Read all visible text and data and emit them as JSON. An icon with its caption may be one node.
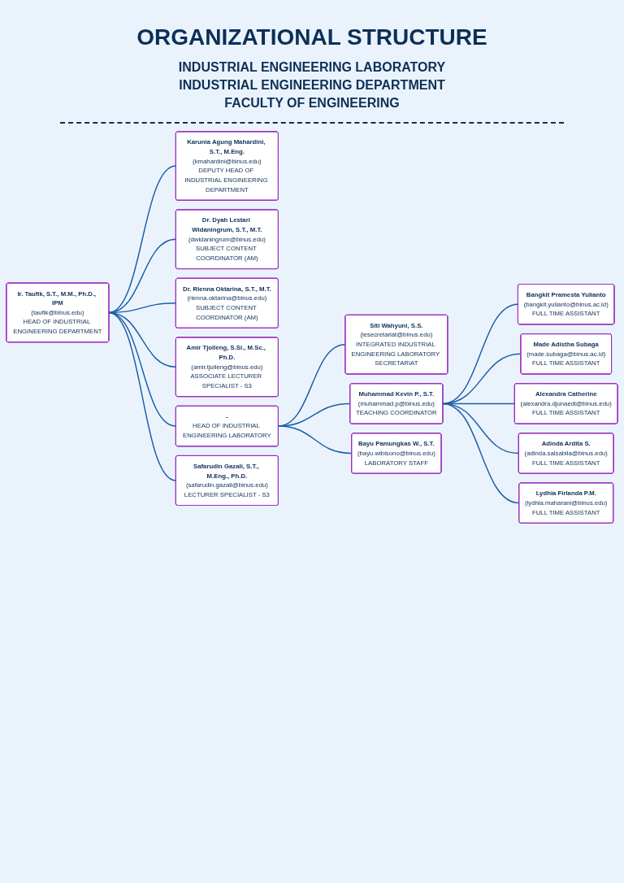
{
  "diagram": {
    "title": "ORGANIZATIONAL STRUCTURE",
    "nodes": [
      {
        "text": [
          "Ir. Taufik, S.T., M.M., Ph.D., IPM",
          "(taufik@binus.edu)",
          "HEAD OF INDUSTRIAL ENGINEERING DEPARTMENT"
        ]
      },
      {
        "text": [
          "Karunia Agung Mahardini, S.T., M.Eng.",
          "(kmahardini@binus.edu)",
          "DEPUTY HEAD OF INDUSTRIAL ENGINEERING DEPARTMENT"
        ]
      },
      {
        "text": [
          "Dr. Dyah Lestari Widaningrum, S.T., M.T.",
          "(dwidaningrum@binus.edu)",
          "SUBJECT CONTENT COORDINATOR (AM)"
        ]
      },
      {
        "text": [
          "Dr. Rienna Oktarina, S.T., M.T.",
          "(rienna.oktarina@binus.edu)",
          "SUBJECT CONTENT COORDINATOR (AM)"
        ]
      },
      {
        "text": [
          "Amir Tjolleng, S.Si., M.Sc., Ph.D.",
          "(amir.tjolleng@binus.edu)",
          "ASSOCIATE LECTURER SPECIALIST - S3"
        ]
      },
      {
        "text": [
          "-",
          "HEAD OF INDUSTRIAL ENGINEERING LABORATORY"
        ]
      },
      {
        "text": [
          "Safarudin Gazali, S.T., M.Eng., Ph.D.",
          "(safarudin.gazali@binus.edu)",
          "LECTURER SPECIALIST - S3"
        ]
      },
      {
        "text": [
          "Siti Wahyuni, S.S.",
          "(iesecretariat@binus.edu)",
          "INTEGRATED INDUSTRIAL ENGINEERING LABORATORY SECRETARIAT"
        ]
      },
      {
        "text": [
          "Muhammad Kevin P., S.T.",
          "(muhammad.p@binus.edu)",
          "TEACHING COORDINATOR"
        ]
      },
      {
        "text": [
          "Bayu Pamungkas W., S.T.",
          "(bayu.wibisono@binus.edu)",
          "LABORATORY STAFF"
        ]
      },
      {
        "text": [
          "Bangkit Pramesta Yulianto",
          "(bangkit.yulianto@binus.ac.id)",
          "FULL TIME ASSISTANT"
        ]
      },
      {
        "text": [
          "Made Adistha Subaga",
          "(made.subaga@binus.ac.id)",
          "FULL TIME ASSISTANT"
        ]
      },
      {
        "text": [
          "Alexandra Catherine",
          "(alexandra.djunaedi@binus.edu)",
          "FULL TIME ASSISTANT"
        ]
      },
      {
        "text": [
          "Adinda Ardita S.",
          "(adinda.salsabila@binus.edu)",
          "FULL TIME ASSISTANT"
        ]
      },
      {
        "text": [
          "Lydhia Firlanda P.M.",
          "(lydhia.maharani@binus.edu)",
          "FULL TIME ASSISTANT"
        ]
      }
    ],
    "edges": [
      {
        "from": 0,
        "to": 1,
        "arrow": "none"
      },
      {
        "from": 0,
        "to": 2,
        "arrow": "none"
      },
      {
        "from": 0,
        "to": 3,
        "arrow": "none"
      },
      {
        "from": 0,
        "to": 4,
        "arrow": "none"
      },
      {
        "from": 0,
        "to": 5,
        "arrow": "none"
      },
      {
        "from": 0,
        "to": 6,
        "arrow": "none"
      },
      {
        "from": 5,
        "to": 7,
        "arrow": "none"
      },
      {
        "from": 5,
        "to": 8,
        "arrow": "none"
      },
      {
        "from": 5,
        "to": 9,
        "arrow": "none"
      },
      {
        "from": 8,
        "to": 10,
        "arrow": "none"
      },
      {
        "from": 8,
        "to": 11,
        "arrow": "none"
      },
      {
        "from": 8,
        "to": 12,
        "arrow": "none"
      },
      {
        "from": 8,
        "to": 13,
        "arrow": "none"
      },
      {
        "from": 8,
        "to": 14,
        "arrow": "none"
      }
    ],
    "labels": [
      "INDUSTRIAL ENGINEERING LABORATORY",
      "INDUSTRIAL ENGINEERING DEPARTMENT",
      "FACULTY OF ENGINEERING"
    ]
  }
}
